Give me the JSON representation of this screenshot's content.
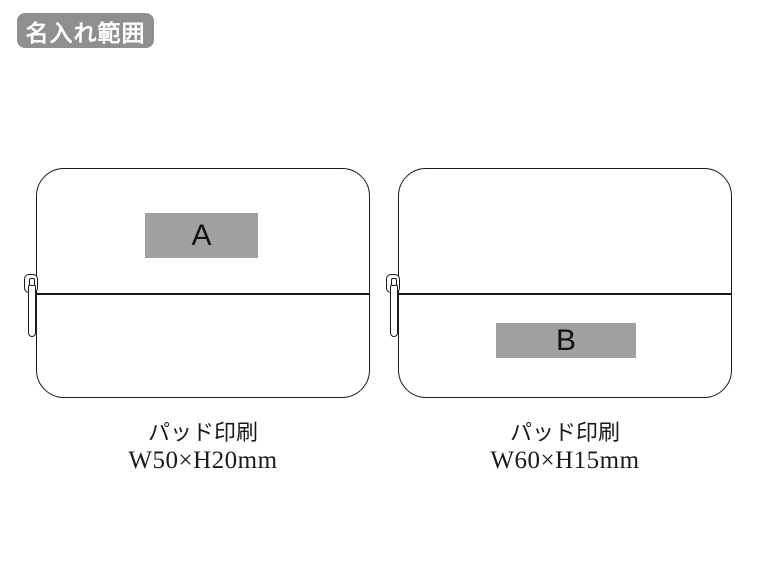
{
  "badge": {
    "label": "名入れ範囲"
  },
  "items": [
    {
      "area_label": "A",
      "caption_line1": "パッド印刷",
      "caption_line2": "W50×H20mm"
    },
    {
      "area_label": "B",
      "caption_line1": "パッド印刷",
      "caption_line2": "W60×H15mm"
    }
  ],
  "colors": {
    "outline": "#1a1a1a",
    "print_area_fill": "#a0a0a0",
    "badge_bg": "#8f8f8f",
    "badge_text": "#ffffff",
    "background": "#ffffff"
  }
}
